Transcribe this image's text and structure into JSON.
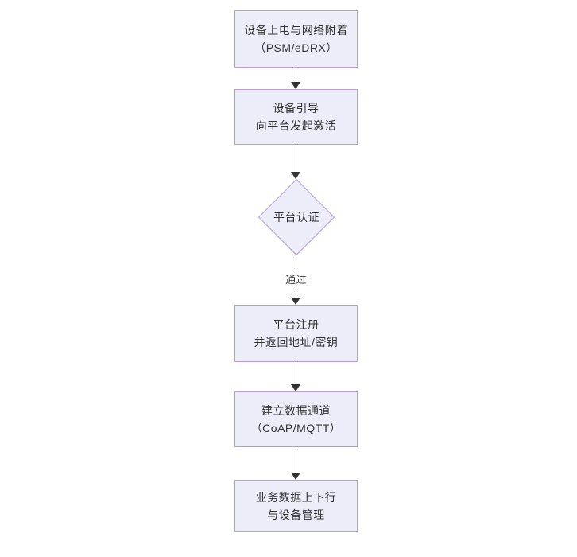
{
  "diagram": {
    "type": "flowchart",
    "orientation": "top-to-bottom",
    "background_color": "#ffffff",
    "node_fill_color": "#ededfa",
    "node_border_color": "#b89cdf",
    "connector_color": "#333333",
    "text_color": "#333333",
    "nodes": [
      {
        "id": "power-on",
        "shape": "rectangle",
        "line1": "设备上电与网络附着",
        "line2": "（PSM/eDRX）"
      },
      {
        "id": "bootstrap",
        "shape": "rectangle",
        "line1": "设备引导",
        "line2": "向平台发起激活"
      },
      {
        "id": "platform-auth",
        "shape": "diamond",
        "line1": "平台认证",
        "line2": ""
      },
      {
        "id": "platform-register",
        "shape": "rectangle",
        "line1": "平台注册",
        "line2": "并返回地址/密钥"
      },
      {
        "id": "data-channel",
        "shape": "rectangle",
        "line1": "建立数据通道",
        "line2": "（CoAP/MQTT）"
      },
      {
        "id": "service-data",
        "shape": "rectangle",
        "line1": "业务数据上下行",
        "line2": "与设备管理"
      }
    ],
    "edges": [
      {
        "from": "power-on",
        "to": "bootstrap",
        "label": ""
      },
      {
        "from": "bootstrap",
        "to": "platform-auth",
        "label": ""
      },
      {
        "from": "platform-auth",
        "to": "platform-register",
        "label": "通过"
      },
      {
        "from": "platform-register",
        "to": "data-channel",
        "label": ""
      },
      {
        "from": "data-channel",
        "to": "service-data",
        "label": ""
      }
    ]
  }
}
